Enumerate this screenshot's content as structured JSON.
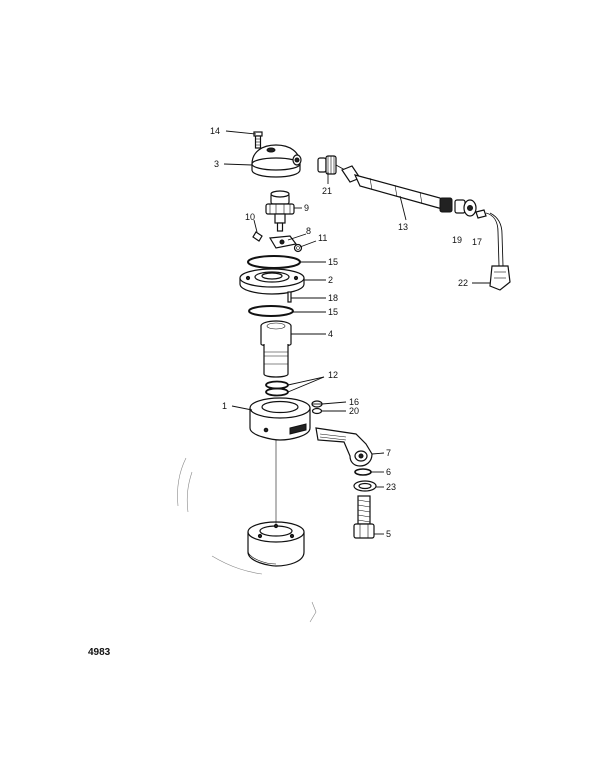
{
  "figure_number": "4983",
  "callouts": {
    "c1": "1",
    "c2": "2",
    "c3": "3",
    "c4": "4",
    "c5": "5",
    "c6": "6",
    "c7": "7",
    "c8": "8",
    "c9": "9",
    "c10": "10",
    "c11": "11",
    "c12": "12",
    "c13": "13",
    "c14": "14",
    "c15a": "15",
    "c15b": "15",
    "c16": "16",
    "c17": "17",
    "c18": "18",
    "c19": "19",
    "c20": "20",
    "c21": "21",
    "c22": "22",
    "c23": "23"
  }
}
